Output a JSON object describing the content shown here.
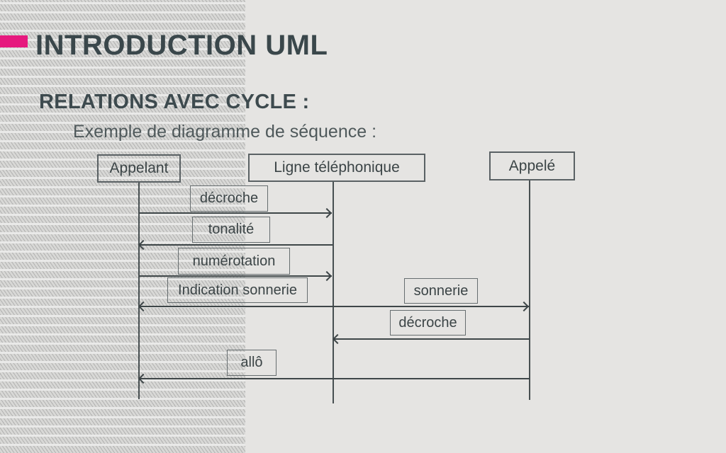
{
  "slide": {
    "title": "INTRODUCTION UML",
    "heading": "RELATIONS AVEC CYCLE :",
    "subheading": "Exemple de diagramme de séquence :"
  },
  "colors": {
    "accent_pink": "#e6197e",
    "title_text": "#3a474b",
    "diagram_line": "#3e4648",
    "box_border": "#666d6f",
    "hatch_band": "#d8d8d6",
    "background": "#e5e4e2"
  },
  "diagram": {
    "type": "uml-sequence",
    "actors": [
      {
        "name": "Appelant"
      },
      {
        "name": "Ligne téléphonique"
      },
      {
        "name": "Appelé"
      }
    ],
    "messages": [
      {
        "label": "décroche",
        "from": "Appelant",
        "to": "Ligne téléphonique",
        "direction": "right"
      },
      {
        "label": "tonalité",
        "from": "Ligne téléphonique",
        "to": "Appelant",
        "direction": "left"
      },
      {
        "label": "numérotation",
        "from": "Appelant",
        "to": "Ligne téléphonique",
        "direction": "right"
      },
      {
        "label": "Indication sonnerie",
        "from": "Ligne téléphonique",
        "to": "Appelant",
        "direction": "left"
      },
      {
        "label": "sonnerie",
        "from": "Ligne téléphonique",
        "to": "Appelé",
        "direction": "right"
      },
      {
        "label": "décroche",
        "from": "Appelé",
        "to": "Ligne téléphonique",
        "direction": "left"
      },
      {
        "label": "allô",
        "from": "Appelé",
        "to": "Appelant",
        "direction": "left"
      }
    ]
  }
}
